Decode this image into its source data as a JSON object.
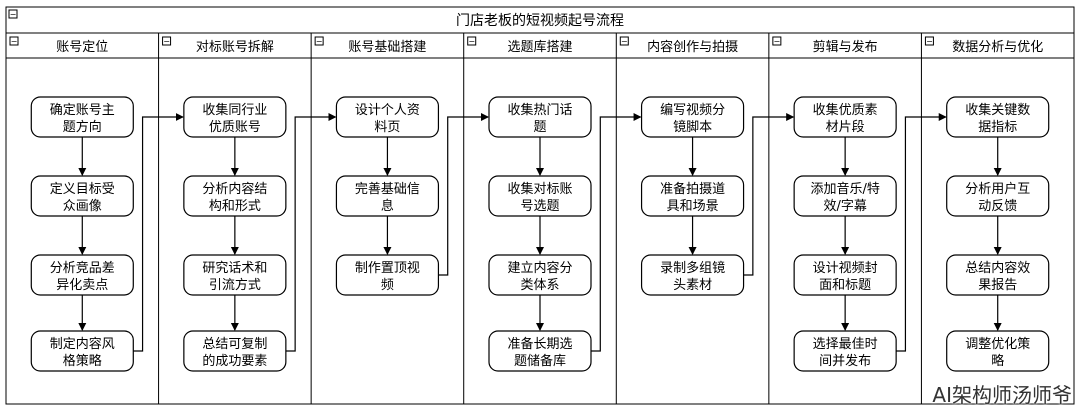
{
  "title": "门店老板的短视频起号流程",
  "watermark": "AI架构师汤师爷",
  "collapse_glyph": "−",
  "lanes": [
    {
      "label": "账号定位",
      "steps": [
        [
          "确定账号主",
          "题方向"
        ],
        [
          "定义目标受",
          "众画像"
        ],
        [
          "分析竞品差",
          "异化卖点"
        ],
        [
          "制定内容风",
          "格策略"
        ]
      ]
    },
    {
      "label": "对标账号拆解",
      "steps": [
        [
          "收集同行业",
          "优质账号"
        ],
        [
          "分析内容结",
          "构和形式"
        ],
        [
          "研究话术和",
          "引流方式"
        ],
        [
          "总结可复制",
          "的成功要素"
        ]
      ]
    },
    {
      "label": "账号基础搭建",
      "steps": [
        [
          "设计个人资",
          "料页"
        ],
        [
          "完善基础信",
          "息"
        ],
        [
          "制作置顶视",
          "频"
        ]
      ]
    },
    {
      "label": "选题库搭建",
      "steps": [
        [
          "收集热门话",
          "题"
        ],
        [
          "收集对标账",
          "号选题"
        ],
        [
          "建立内容分",
          "类体系"
        ],
        [
          "准备长期选",
          "题储备库"
        ]
      ]
    },
    {
      "label": "内容创作与拍摄",
      "steps": [
        [
          "编写视频分",
          "镜脚本"
        ],
        [
          "准备拍摄道",
          "具和场景"
        ],
        [
          "录制多组镜",
          "头素材"
        ]
      ]
    },
    {
      "label": "剪辑与发布",
      "steps": [
        [
          "收集优质素",
          "材片段"
        ],
        [
          "添加音乐/特",
          "效/字幕"
        ],
        [
          "设计视频封",
          "面和标题"
        ],
        [
          "选择最佳时",
          "间并发布"
        ]
      ]
    },
    {
      "label": "数据分析与优化",
      "steps": [
        [
          "收集关键数",
          "据指标"
        ],
        [
          "分析用户互",
          "动反馈"
        ],
        [
          "总结内容效",
          "果报告"
        ],
        [
          "调整优化策",
          "略"
        ]
      ]
    }
  ]
}
